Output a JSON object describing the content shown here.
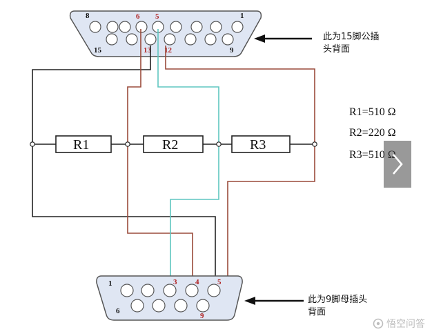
{
  "connector15": {
    "pin_labels": {
      "p8": "8",
      "p6": "6",
      "p5": "5",
      "p1": "1",
      "p15": "15",
      "p13": "13",
      "p12": "12",
      "p9": "9"
    },
    "annotation_line1": "此为15脚公插",
    "annotation_line2": "头背面"
  },
  "connector9": {
    "pin_labels": {
      "p1": "1",
      "p3": "3",
      "p4": "4",
      "p5": "5",
      "p6": "6",
      "p9": "9"
    },
    "annotation_line1": "此为9脚母插头",
    "annotation_line2": "背面"
  },
  "resistors": {
    "r1": "R1",
    "r2": "R2",
    "r3": "R3"
  },
  "values": {
    "r1": "R1=510 Ω",
    "r2": "R2=220 Ω",
    "r3": "R3=510 Ω"
  },
  "watermark": {
    "text": "悟空问答"
  },
  "colors": {
    "black_wire": "#222222",
    "red_wire": "#9a4a3a",
    "cyan_wire": "#5fc6c0",
    "connector_fill": "#dfe6f3",
    "pin_red": "#b02020"
  },
  "icons": {
    "next": "chevron-right-icon",
    "watermark": "wukong-logo-icon"
  }
}
